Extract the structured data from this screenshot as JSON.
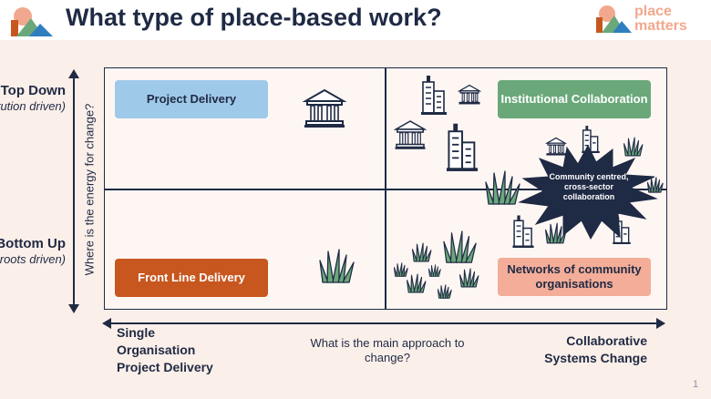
{
  "title": "What type of place-based work?",
  "logo": {
    "text": "place\nmatters"
  },
  "quadrants": {
    "project_delivery": "Project Delivery",
    "institutional_collaboration": "Institutional Collaboration",
    "front_line_delivery": "Front Line Delivery",
    "networks": "Networks of community organisations"
  },
  "center_star": "Community centred, cross-sector collaboration",
  "y_axis": {
    "label": "Where is the energy for change?",
    "top_title": "Top Down",
    "top_open": "(",
    "top_sub": "Institution driven)",
    "bottom_title": "Bottom Up",
    "bottom_open": "(",
    "bottom_sub": "Grassroots driven)"
  },
  "x_axis": {
    "label": "What is the main approach to change?",
    "left": "Single\nOrganisation\nProject Delivery",
    "right": "Collaborative\nSystems Change"
  },
  "page_number": "1",
  "colors": {
    "navy": "#1f2a44",
    "blue": "#9fc9e9",
    "green": "#6aa87a",
    "orange": "#c7571f",
    "peach": "#f3ad98"
  }
}
